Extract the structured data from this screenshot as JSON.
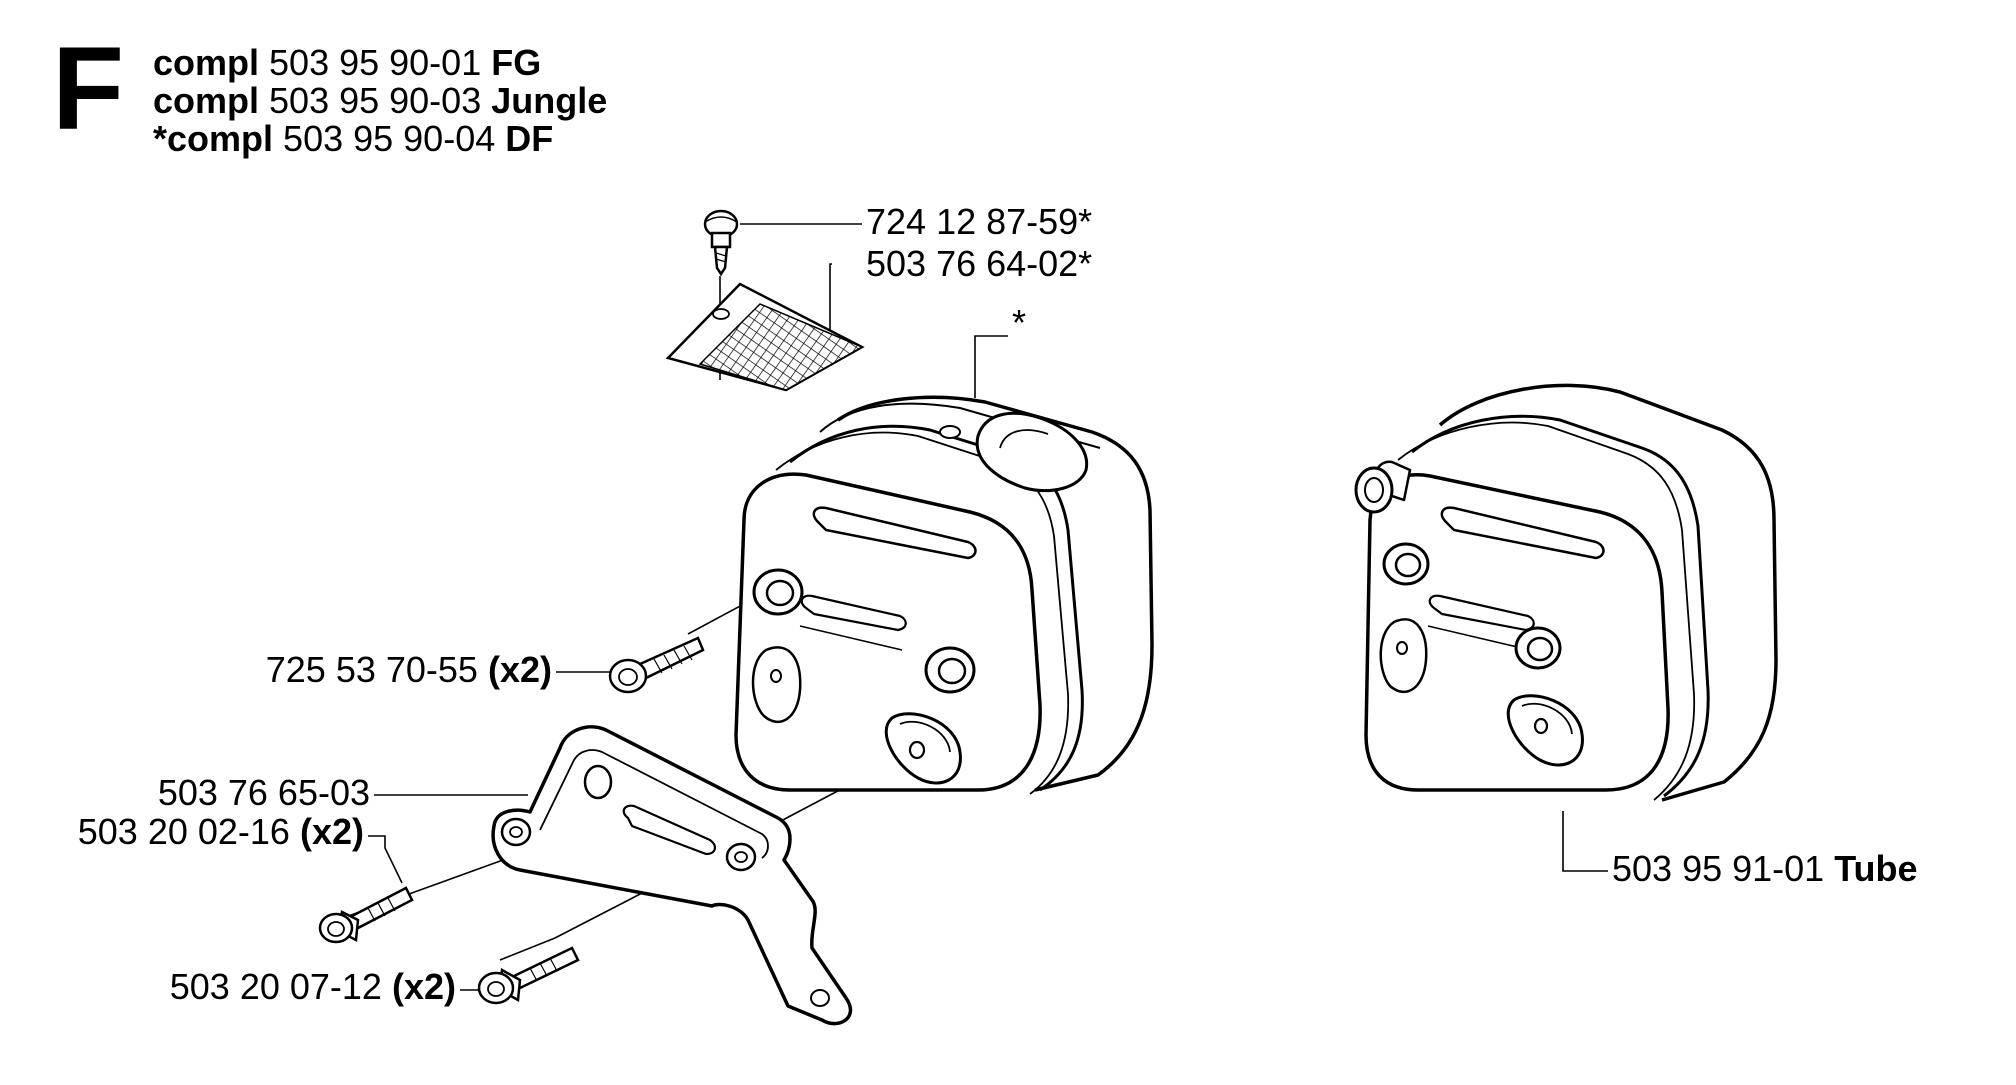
{
  "section": {
    "letter": "F",
    "compl_lines": [
      {
        "prefix": "compl",
        "number": "503 95 90-01",
        "variant": "FG"
      },
      {
        "prefix": "compl",
        "number": "503 95 90-03",
        "variant": "Jungle"
      },
      {
        "prefix": "*compl",
        "number": "503 95 90-04",
        "variant": "DF"
      }
    ]
  },
  "parts": [
    {
      "id": "screw-top",
      "number": "724 12 87-59*",
      "suffix": ""
    },
    {
      "id": "spark-screen",
      "number": "503 76 64-02*",
      "suffix": ""
    },
    {
      "id": "muffler-star",
      "number": "*",
      "suffix": ""
    },
    {
      "id": "muffler-bolt",
      "number": "725 53 70-55",
      "suffix": "(x2)"
    },
    {
      "id": "bracket",
      "number": "503 76 65-03",
      "suffix": ""
    },
    {
      "id": "bracket-screw-upper",
      "number": "503 20 02-16",
      "suffix": "(x2)"
    },
    {
      "id": "bracket-screw-lower",
      "number": "503 20 07-12",
      "suffix": "(x2)"
    },
    {
      "id": "muffler-tube",
      "number": "503 95 91-01",
      "suffix": "Tube"
    }
  ]
}
